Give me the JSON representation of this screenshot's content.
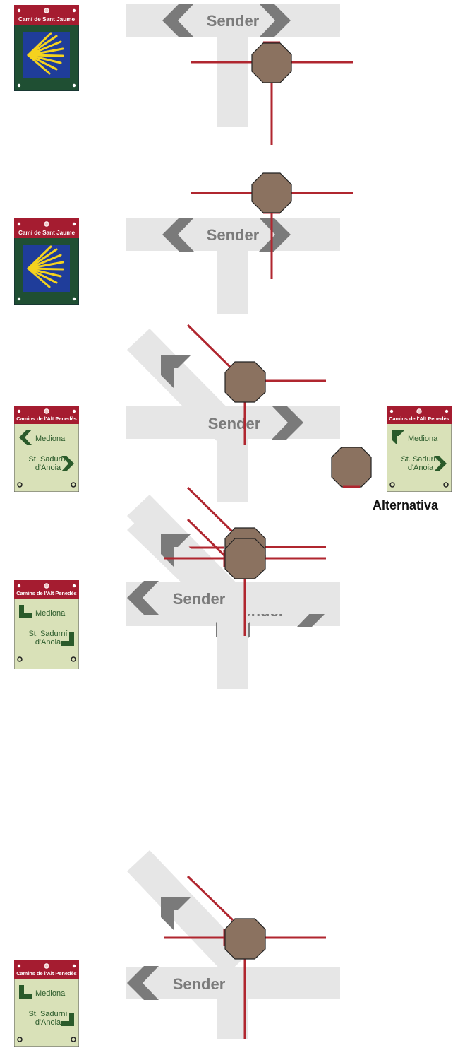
{
  "colors": {
    "path_gray": "#e6e6e6",
    "arrow_gray": "#7a7a7a",
    "text_gray": "#7b7b7b",
    "post_brown": "#8b7260",
    "rod_red": "#b0262f",
    "sign_header_red": "#a51c30",
    "jaume_frame": "#1f4f33",
    "jaume_blue": "#1f3d9a",
    "shell_yellow": "#f5d21e",
    "penedes_bg": "#d9e1b8",
    "penedes_green": "#2a5a2a"
  },
  "sender_label": "Sender",
  "signs": {
    "jaume": {
      "title": "Camí de Sant Jaume",
      "icon": "scallop-shell-icon"
    },
    "penedes": {
      "title": "Camins de l'Alt Penedès",
      "dest1": "Mediona",
      "dest2_line1": "St. Sadurní",
      "dest2_line2": "d'Anoia"
    }
  },
  "alternative_label": "Alternativa",
  "scenes": [
    {
      "id": "scene-1",
      "sign": "jaume",
      "path_shape": "t-junction-down",
      "arrows": [
        "left",
        "right"
      ]
    },
    {
      "id": "scene-2",
      "sign": "jaume",
      "path_shape": "t-junction-down",
      "arrows": [
        "left",
        "right"
      ]
    },
    {
      "id": "scene-3",
      "sign": "penedes",
      "path_shape": "crossing-diagonal",
      "arrows": [
        "up-left",
        "right"
      ],
      "sign_arrows": [
        "left",
        "right"
      ]
    },
    {
      "id": "scene-4",
      "sign": "penedes",
      "path_shape": "crossing-diagonal",
      "arrows": [
        "right",
        "down"
      ],
      "sign_arrows": [
        "left",
        "right"
      ]
    },
    {
      "id": "scene-5",
      "sign": "penedes",
      "path_shape": "crossing-diagonal",
      "arrows": [
        "up-left",
        "left"
      ],
      "sign_arrows": [
        "up-left",
        "down-right"
      ]
    },
    {
      "id": "scene-6",
      "sign": "penedes",
      "path_shape": "crossing-diagonal",
      "arrows": [
        "up-left",
        "left"
      ],
      "sign_arrows": [
        "up-left",
        "down-right"
      ]
    }
  ]
}
